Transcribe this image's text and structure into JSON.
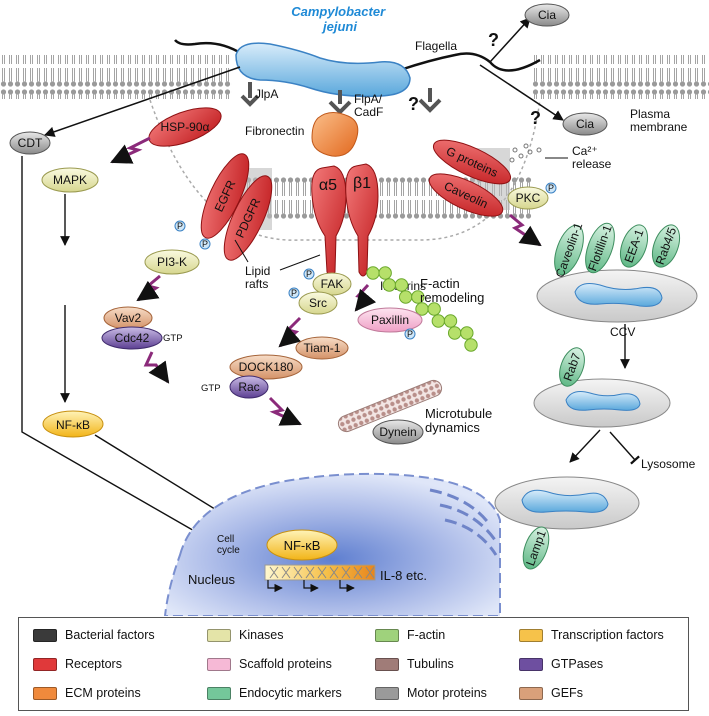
{
  "labels": {
    "bacterium": "Campylobacter\njejuni",
    "flagella": "Flagella",
    "cia": "Cia",
    "jlpa": "JlpA",
    "flpa": "FlpA/\nCadF",
    "plasma_membrane": "Plasma\nmembrane",
    "fibronectin": "Fibronectin",
    "hsp90": "HSP-90α",
    "cdt": "CDT",
    "mapk": "MAPK",
    "egfr": "EGFR",
    "pdgfr": "PDGFR",
    "alpha5": "α5",
    "beta1": "β1",
    "g_proteins": "G proteins",
    "caveolin": "Caveolin",
    "ca_release": "Ca²⁺\nrelease",
    "pkc": "PKC",
    "p": "P",
    "pi3k": "PI3-K",
    "lipid_rafts": "Lipid\nrafts",
    "fak": "FAK",
    "src": "Src",
    "integrins": "Integrins",
    "factin_remodeling": "F-actin\nremodeling",
    "vav2": "Vav2",
    "cdc42": "Cdc42",
    "gtp": "GTP",
    "paxillin": "Paxillin",
    "dock180": "DOCK180",
    "tiam1": "Tiam-1",
    "rac": "Rac",
    "caveolin1": "Caveolin-1",
    "flotillin1": "Flotillin-1",
    "eea1": "EEA-1",
    "rab45": "Rab4/5",
    "ccv": "CCV",
    "rab7": "Rab7",
    "lysosome": "Lysosome",
    "lamp1": "Lamp1",
    "microtubule": "Microtubule\ndynamics",
    "dynein": "Dynein",
    "nfkb": "NF-κB",
    "cell_cycle": "Cell\ncycle",
    "nucleus": "Nucleus",
    "il8": "IL-8 etc.",
    "question": "?"
  },
  "legend": [
    {
      "label": "Bacterial factors",
      "color": "#3a3a3a"
    },
    {
      "label": "Kinases",
      "color": "#e4e4a8"
    },
    {
      "label": "F-actin",
      "color": "#9fd27c"
    },
    {
      "label": "Transcription factors",
      "color": "#f6c24a"
    },
    {
      "label": "Receptors",
      "color": "#e0393a"
    },
    {
      "label": "Scaffold proteins",
      "color": "#f6b9d6"
    },
    {
      "label": "Tubulins",
      "color": "#a07c78"
    },
    {
      "label": "GTPases",
      "color": "#6e4fa0"
    },
    {
      "label": "ECM proteins",
      "color": "#f08a3c"
    },
    {
      "label": "Endocytic markers",
      "color": "#74c79a"
    },
    {
      "label": "Motor proteins",
      "color": "#9a9a9a"
    },
    {
      "label": "GEFs",
      "color": "#d9a07a"
    }
  ]
}
